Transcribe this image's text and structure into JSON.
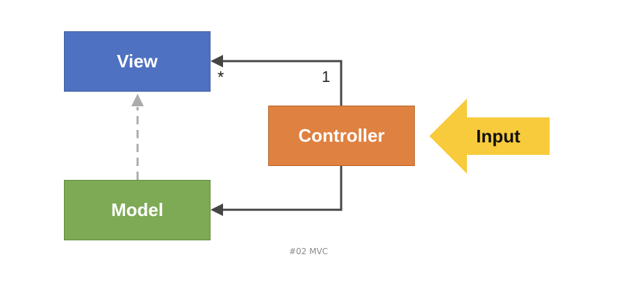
{
  "diagram": {
    "nodes": {
      "view": {
        "label": "View",
        "color": "#4f71c2"
      },
      "model": {
        "label": "Model",
        "color": "#7eaa55"
      },
      "controller": {
        "label": "Controller",
        "color": "#df8140"
      },
      "input": {
        "label": "Input",
        "color": "#f8cb3c"
      }
    },
    "multiplicity": {
      "view_end": "*",
      "controller_end": "1"
    },
    "connectors": [
      {
        "from": "controller",
        "to": "view",
        "style": "solid"
      },
      {
        "from": "controller",
        "to": "model",
        "style": "solid"
      },
      {
        "from": "model",
        "to": "view",
        "style": "dashed"
      },
      {
        "from": "input",
        "to": "controller",
        "style": "block-arrow"
      }
    ]
  },
  "caption": "#02 MVC"
}
